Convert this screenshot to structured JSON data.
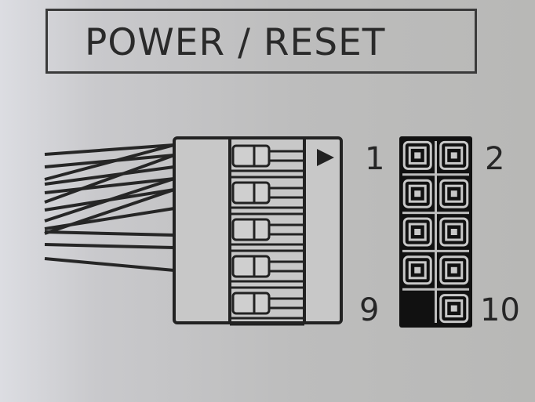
{
  "title": "POWER / RESET",
  "connector": {
    "wire_count": 10,
    "pin_slots": 5,
    "orientation_marker": "pin-1-arrow"
  },
  "header": {
    "rows": 5,
    "columns": 2,
    "pins": [
      {
        "number": 1,
        "present": true
      },
      {
        "number": 2,
        "present": true
      },
      {
        "number": 3,
        "present": true
      },
      {
        "number": 4,
        "present": true
      },
      {
        "number": 5,
        "present": true
      },
      {
        "number": 6,
        "present": true
      },
      {
        "number": 7,
        "present": true
      },
      {
        "number": 8,
        "present": true
      },
      {
        "number": 9,
        "present": false
      },
      {
        "number": 10,
        "present": true
      }
    ],
    "labels": {
      "top_left": "1",
      "top_right": "2",
      "bottom_left": "9",
      "bottom_right": "10"
    }
  },
  "colors": {
    "ink": "#222222",
    "paper": "#c4c4c4"
  }
}
